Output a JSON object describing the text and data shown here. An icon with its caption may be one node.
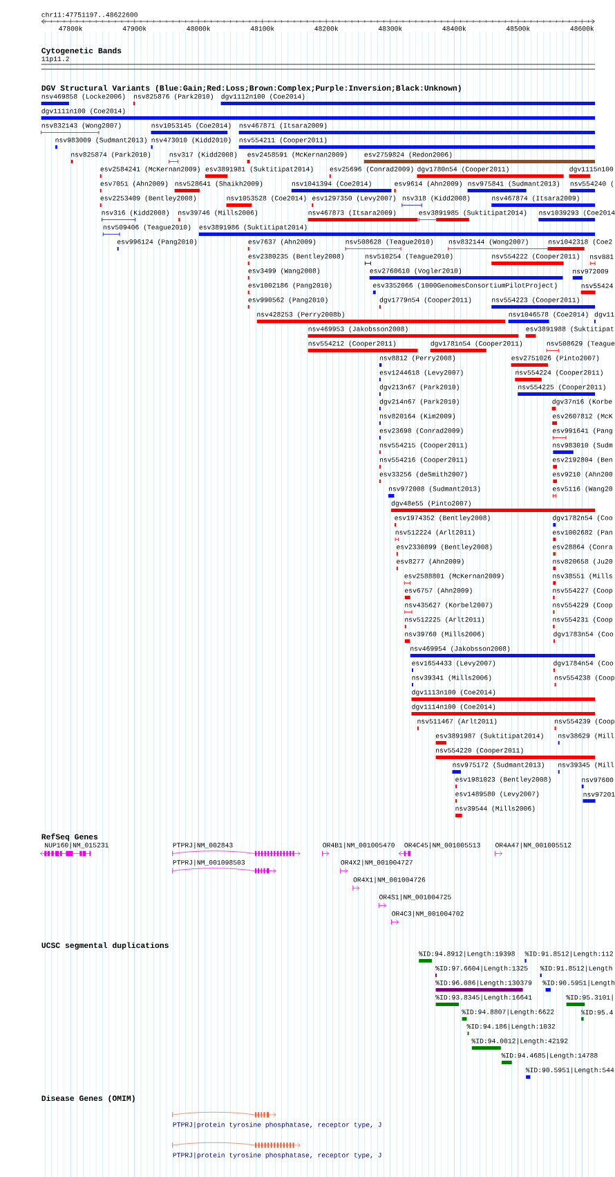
{
  "diagram": {
    "labels": [
      "chr11:47751197..48622600",
      "47800k",
      "47900k",
      "48000k",
      "48100k",
      "48200k",
      "48300k",
      "48400k",
      "48500k",
      "48600k",
      "Cytogenetic Bands",
      "11p11.2",
      "DGV Structural Variants (Blue:Gain;Red:Loss;Brown:Complex;Purple:Inversion;Black:Unknown)",
      "nsv469858 (Locke2006)",
      "nsv825876 (Park2010)",
      "dgv1112n100 (Coe2014)",
      "dgv1111n100 (Coe2014)",
      "nsv832143 (Wong2007)",
      "nsv1053145 (Coe2014)",
      "nsv467871 (Itsara2009)",
      "nsv983009 (Sudmant2013)",
      "nsv473010 (Kidd2010)",
      "nsv554211 (Cooper2011)",
      "nsv825874 (Park2010)",
      "nsv317 (Kidd2008)",
      "esv2458591 (McKernan2009)",
      "esv2759824 (Redon2006)",
      "esv2584241 (McKernan2009)",
      "esv3891981 (Suktitipat2014)",
      "esv25696 (Conrad2009)",
      "dgv1780n54 (Cooper2011)",
      "dgv1115n100",
      "esv7051 (Ahn2009)",
      "nsv528641 (Shaikh2009)",
      "nsv1041394 (Coe2014)",
      "esv9614 (Ahn2009)",
      "nsv975841 (Sudmant2013)",
      "nsv554240 (",
      "esv2253409 (Bentley2008)",
      "nsv1053528 (Coe2014)",
      "esv1297350 (Levy2007)",
      "nsv318 (Kidd2008)",
      "nsv467874 (Itsara2009)",
      "nsv316 (Kidd2008)",
      "nsv39746 (Mills2006)",
      "nsv467873 (Itsara2009)",
      "esv3891985 (Suktitipat2014)",
      "nsv1039293 (Coe2014",
      "nsv509406 (Teague2010)",
      "esv3891986 (Suktitipat2014)",
      "esv996124 (Pang2010)",
      "esv7637 (Ahn2009)",
      "nsv508628 (Teague2010)",
      "nsv832144 (Wong2007)",
      "nsv1042318 (Coe2",
      "esv2380235 (Bentley2008)",
      "nsv510254 (Teague2010)",
      "nsv554222 (Cooper2011)",
      "nsv881",
      "esv3499 (Wang2008)",
      "esv2760610 (Vogler2010)",
      "nsv972009",
      "esv1002186 (Pang2010)",
      "esv3352066 (1000GenomesConsortiumPilotProject)",
      "nsv55424",
      "esv990562 (Pang2010)",
      "dgv1779n54 (Cooper2011)",
      "nsv554223 (Cooper2011)",
      "nsv428253 (Perry2008b)",
      "nsv1046578 (Coe2014)",
      "dgv11",
      "nsv469953 (Jakobsson2008)",
      "esv3891988 (Suktitipat",
      "nsv554212 (Cooper2011)",
      "dgv1781n54 (Cooper2011)",
      "nsv508629 (Teague",
      "nsv8812 (Perry2008)",
      "esv2751026 (Pinto2007)",
      "esv1244618 (Levy2007)",
      "nsv554224 (Cooper2011)",
      "dgv213n67 (Park2010)",
      "nsv554225 (Cooper2011)",
      "dgv214n67 (Park2010)",
      "dgv37n16 (Korbe",
      "nsv820164 (Kim2009)",
      "esv2607812 (McK",
      "esv23698 (Conrad2009)",
      "esv991641 (Pang",
      "nsv554215 (Cooper2011)",
      "nsv983010 (Sudm",
      "nsv554216 (Cooper2011)",
      "esv2192804 (Ben",
      "esv33256 (deSmith2007)",
      "esv9210 (Ahn200",
      "nsv972008 (Sudmant2013)",
      "esv5116 (Wang20",
      "dgv48e55 (Pinto2007)",
      "esv1974352 (Bentley2008)",
      "dgv1782n54 (Coo",
      "nsv512224 (Arlt2011)",
      "esv1002682 (Pan",
      "esv2330899 (Bentley2008)",
      "esv28864 (Conra",
      "esv8277 (Ahn2009)",
      "nsv820658 (Ju20",
      "esv2588801 (McKernan2009)",
      "nsv38551 (Mills",
      "esv6757 (Ahn2009)",
      "nsv554227 (Coop",
      "nsv435627 (Korbel2007)",
      "nsv554229 (Coop",
      "nsv512225 (Arlt2011)",
      "nsv554231 (Coop",
      "nsv39760 (Mills2006)",
      "dgv1783n54 (Coo",
      "nsv469954 (Jakobsson2008)",
      "esv1654433 (Levy2007)",
      "dgv1784n54 (Coo",
      "nsv39341 (Mills2006)",
      "nsv554238 (Coop",
      "dgv1113n100 (Coe2014)",
      "dgv1114n100 (Coe2014)",
      "nsv511467 (Arlt2011)",
      "nsv554239 (Coop",
      "esv3891987 (Suktitipat2014)",
      "nsv38629 (Mill",
      "nsv554220 (Cooper2011)",
      "nsv975172 (Sudmant2013)",
      "nsv39345 (Mill",
      "esv1981023 (Bentley2008)",
      "nsv97600",
      "esv1489580 (Levy2007)",
      "nsv97201",
      "nsv39544 (Mills2006)",
      "RefSeq Genes",
      "NUP160|NM_015231",
      "PTPRJ|NM_002843",
      "OR4B1|NM_001005470",
      "OR4C45|NM_001005513",
      "OR4A47|NM_001005512",
      "PTPRJ|NM_001098503",
      "OR4X2|NM_001004727",
      "OR4X1|NM_001004726",
      "OR4S1|NM_001004725",
      "OR4C3|NM_001004702",
      "UCSC segmental duplications",
      "%ID:94.8912|Length:19398",
      "%ID:91.8512|Length:112",
      "%ID:97.6604|Length:1325",
      "%ID:91.8512|Length",
      "%ID:96.086|Length:130379",
      "%ID:90.5951|Length",
      "%ID:93.8345|Length:16641",
      "%ID:95.3101|",
      "%ID:94.8807|Length:6622",
      "%ID:95.4",
      "%ID:94.186|Length:1032",
      "%ID:94.0012|Length:42192",
      "%ID:94.4685|Length:14788",
      "%ID:90.5951|Length:544",
      "Disease Genes (OMIM)",
      "PTPRJ|protein tyrosine phosphatase, receptor type, J",
      "PTPRJ|protein tyrosine phosphatase, receptor type, J"
    ]
  }
}
